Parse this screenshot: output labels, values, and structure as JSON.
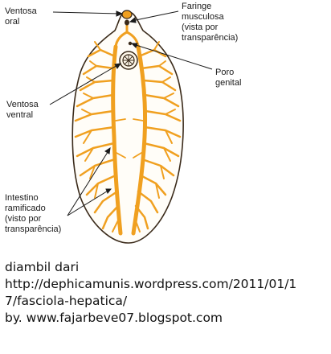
{
  "labels": {
    "ventosa_oral": "Ventosa\noral",
    "faringe": "Faringe\nmusculosa\n(vista por\ntransparência)",
    "poro_genital": "Poro\ngenital",
    "ventosa_ventral": "Ventosa\nventral",
    "intestino": "Intestino\nramificado\n(visto por\ntransparência)"
  },
  "caption": {
    "line1": "diambil dari",
    "line2": "http://dephicamunis.wordpress.com/2011/01/1",
    "line3": "7/fasciola-hepatica/",
    "line4": "by. www.fajarbeve07.blogspot.com"
  },
  "colors": {
    "outline": "#3a2a1a",
    "intestine": "#f0a020",
    "intestine_dark": "#e08a10",
    "body_fill": "#fffdf8"
  }
}
